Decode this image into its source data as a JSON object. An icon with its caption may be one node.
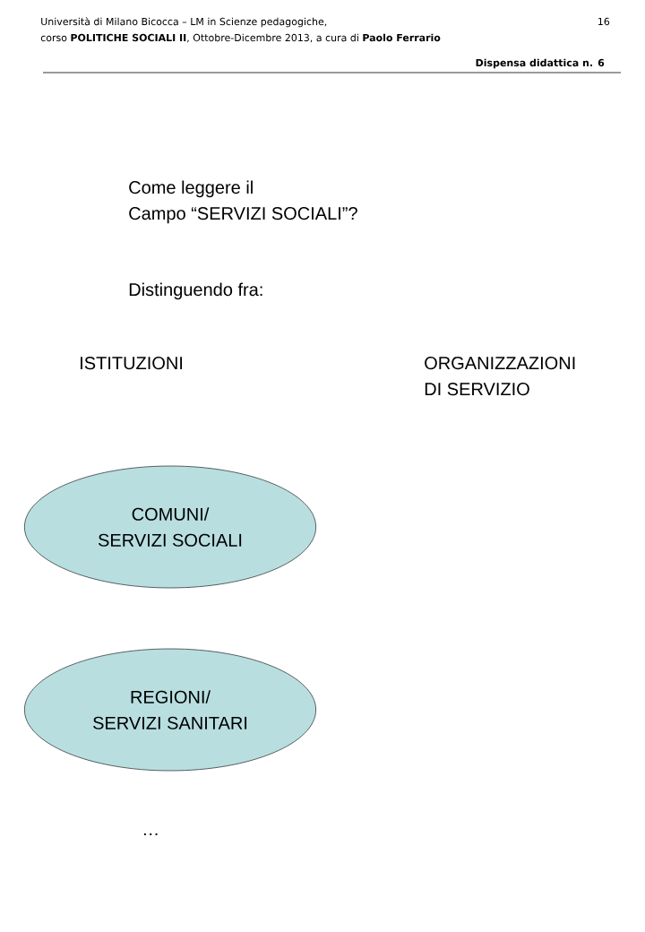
{
  "diagram": {
    "nodes": [
      {
        "text": [
          "COMUNI/ SERVIZI SOCIALI"
        ]
      },
      {
        "text": [
          "REGIONI/ SERVIZI SANITARI"
        ]
      }
    ],
    "edges": [],
    "labels": [
      "Università di Milano Bicocca – LM in Scienze pedagogiche,",
      "16",
      "corso **POLITICHE SOCIALI II**, Ottobre-Dicembre 2013,  a cura di **Paolo Ferrario**",
      "Dispensa didattica n. 6",
      "Come leggere il Campo “SERVIZI SOCIALI”?",
      "Distinguendo fra:",
      "ISTITUZIONI",
      "ORGANIZZAZIONI DI SERVIZIO",
      "…"
    ]
  }
}
